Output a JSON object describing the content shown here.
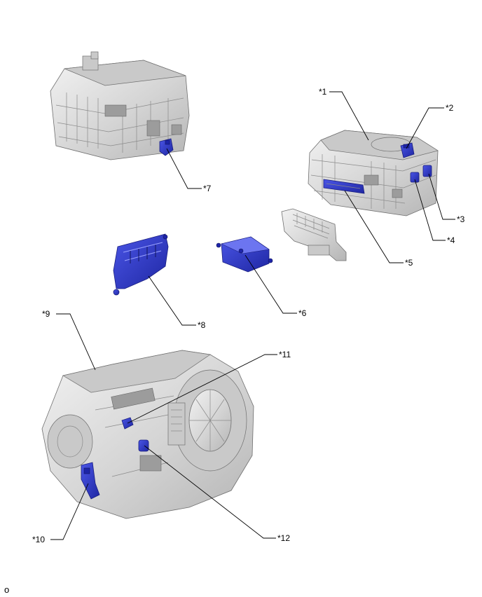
{
  "callouts": {
    "c1": "*1",
    "c2": "*2",
    "c3": "*3",
    "c4": "*4",
    "c5": "*5",
    "c6": "*6",
    "c7": "*7",
    "c8": "*8",
    "c9": "*9",
    "c10": "*10",
    "c11": "*11",
    "c12": "*12"
  },
  "footer_code": "o",
  "colors": {
    "highlight": "#2b35c9",
    "metal": "#d6d6d6",
    "line": "#000000"
  }
}
